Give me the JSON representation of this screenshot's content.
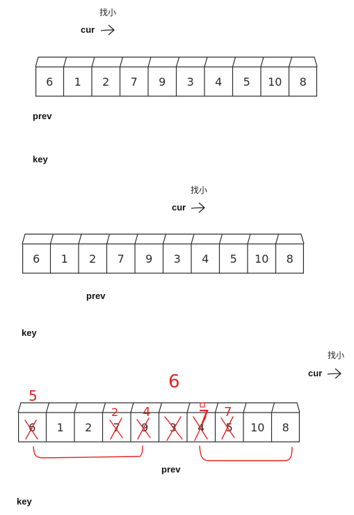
{
  "diagrams": [
    {
      "cells": [
        "6",
        "1",
        "2",
        "7",
        "9",
        "3",
        "4",
        "5",
        "10",
        "8"
      ],
      "find_small": "找小",
      "cur": "cur",
      "prev": "prev",
      "key": "key"
    },
    {
      "cells": [
        "6",
        "1",
        "2",
        "7",
        "9",
        "3",
        "4",
        "5",
        "10",
        "8"
      ],
      "find_small": "找小",
      "cur": "cur",
      "prev": "prev",
      "key": "key"
    },
    {
      "cells": [
        "6",
        "1",
        "2",
        "7",
        "9",
        "3",
        "4",
        "5",
        "10",
        "8"
      ],
      "find_small": "找小",
      "cur": "cur",
      "prev": "prev",
      "key": "key",
      "annotations": [
        "5",
        "2",
        "4",
        "6",
        "7",
        "7"
      ]
    }
  ],
  "colors": {
    "ink": "#2a2a2a",
    "annotation": "#e32222"
  }
}
